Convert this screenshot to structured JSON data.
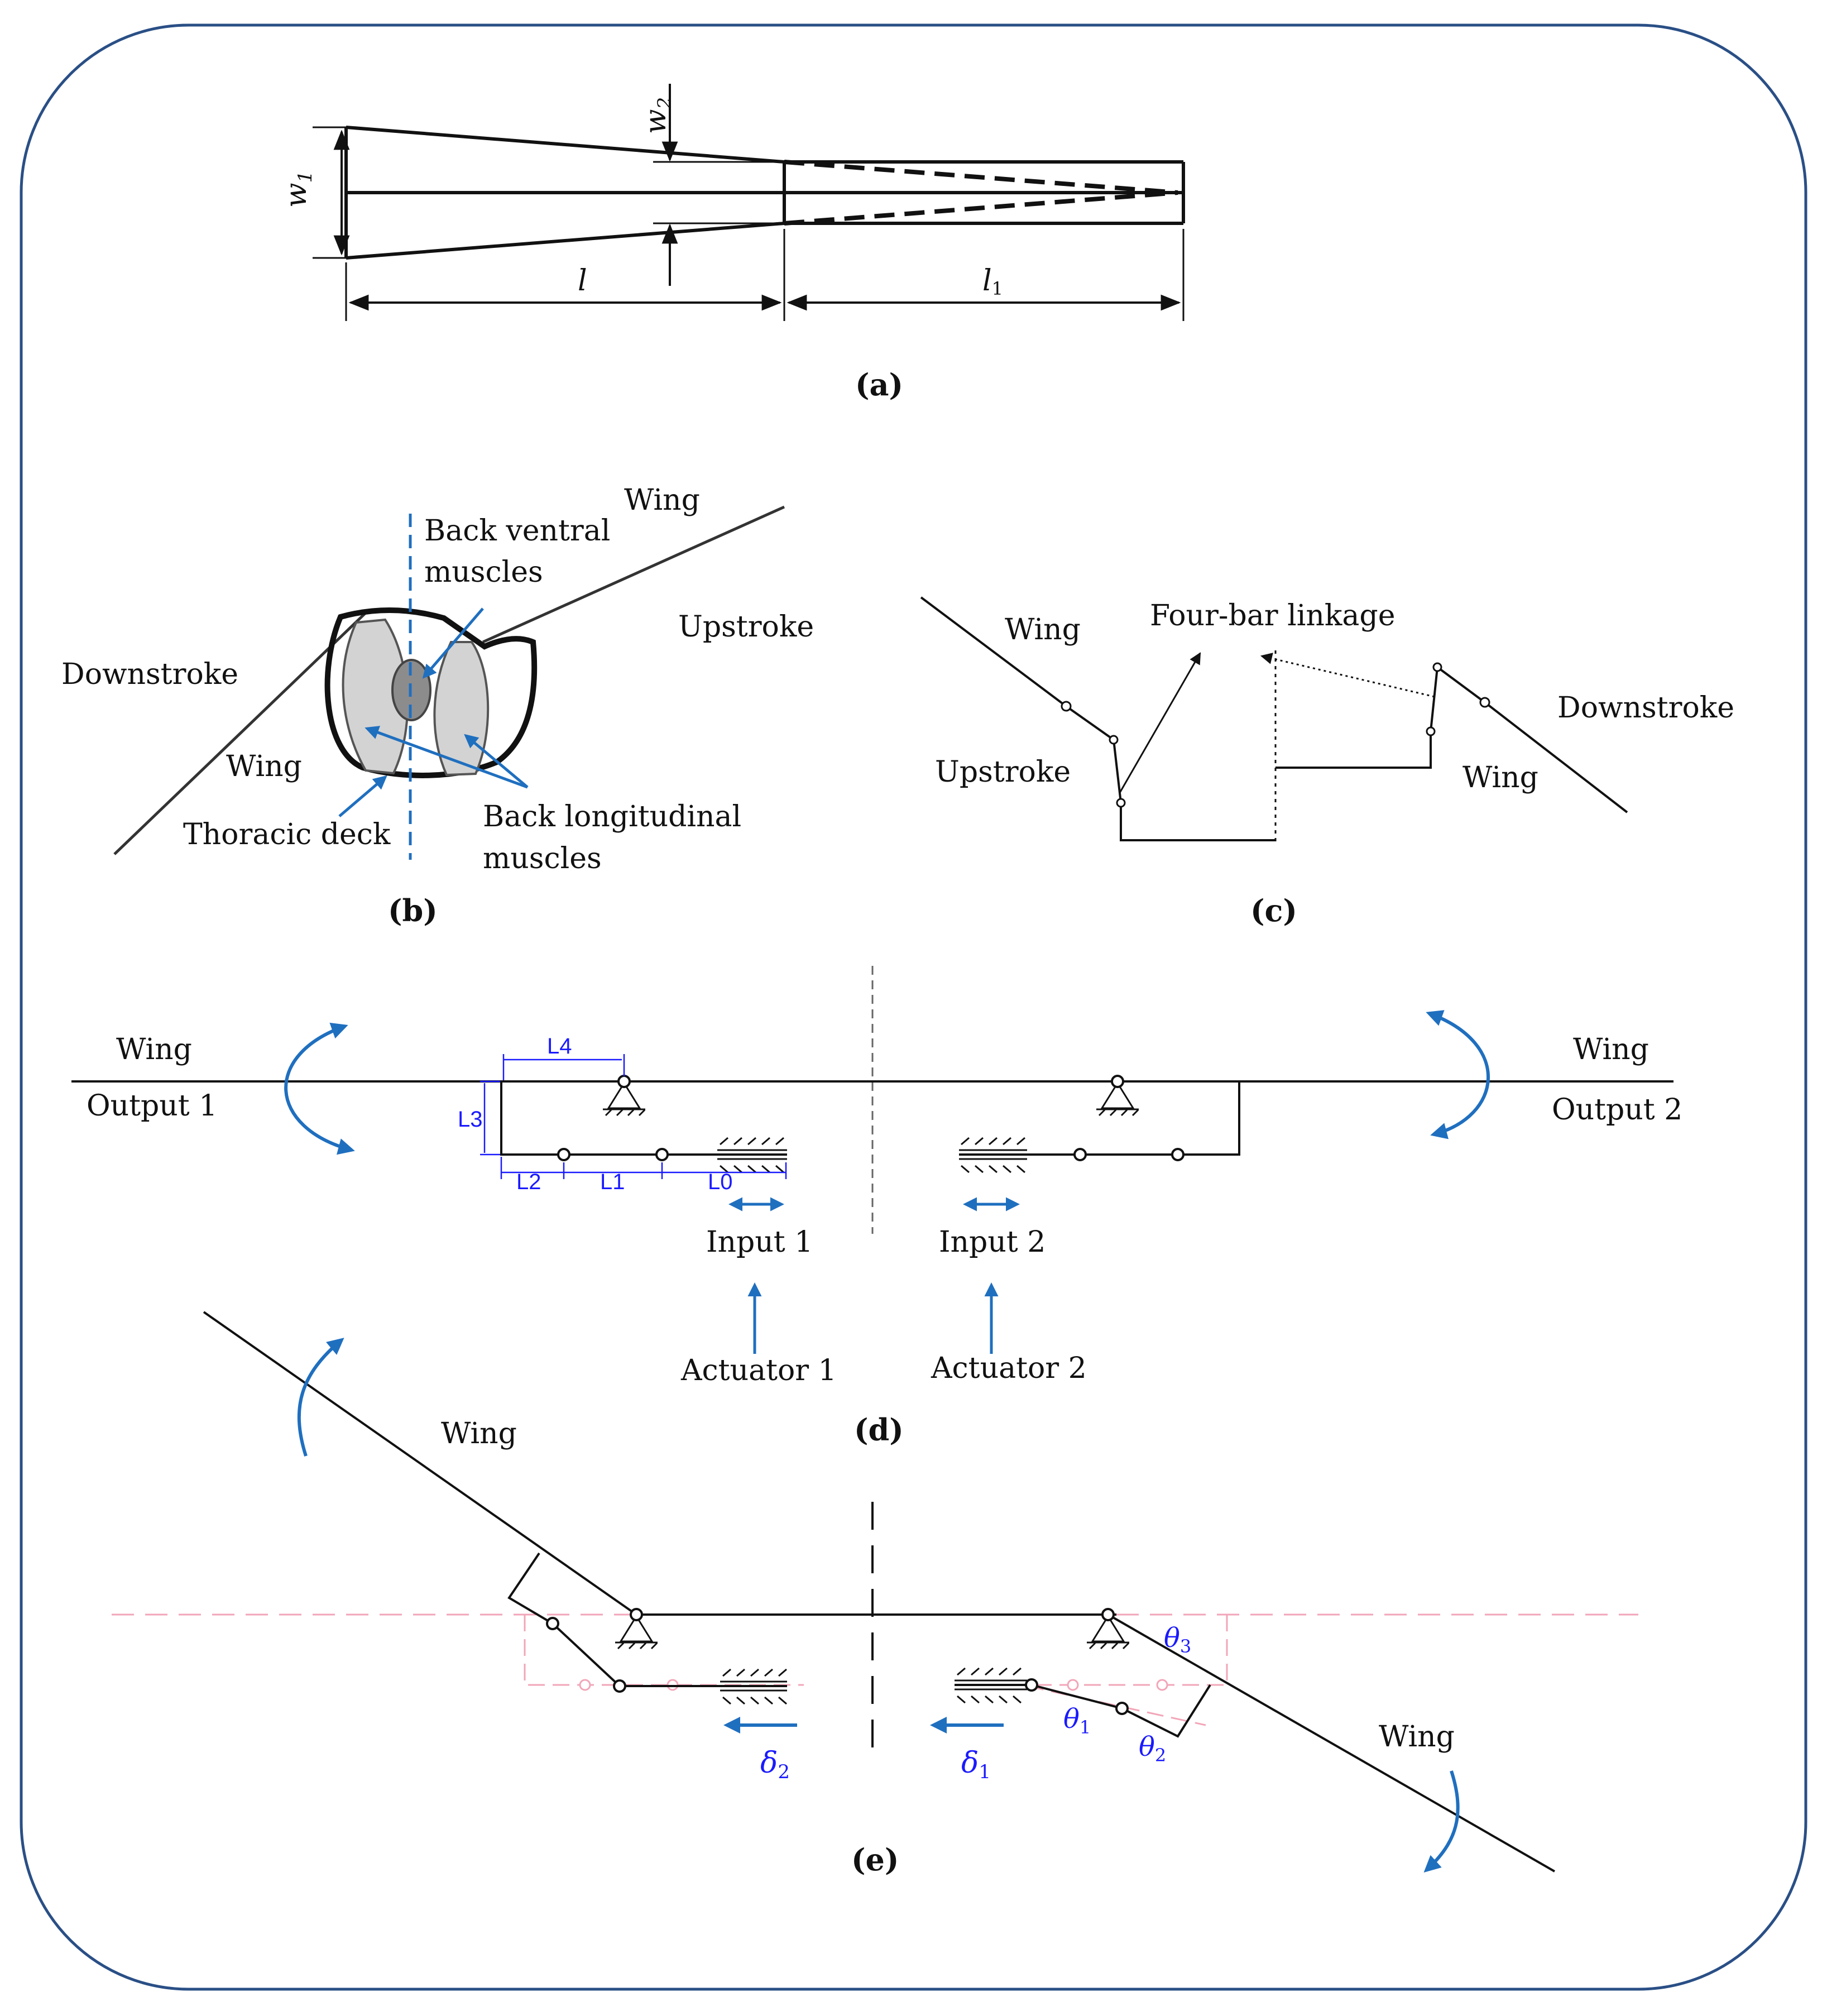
{
  "colors": {
    "frame": "#2a4f86",
    "ink": "#111111",
    "accent_arrow": "#1f6fbf",
    "dimension_text": "#1a1aff",
    "ghost_mechanism": "#f2a6b8",
    "muscle_fill": "#d3d3d3",
    "muscle_center_fill": "#8c8c8c"
  },
  "panel_a": {
    "caption": "(a)",
    "w1": "w",
    "w1_sub": "1",
    "w2": "w",
    "w2_sub": "2",
    "l": "l",
    "l1": "l",
    "l1_sub": "1"
  },
  "panel_b": {
    "caption": "(b)",
    "wing_top": "Wing",
    "back_ventral_1": "Back ventral",
    "back_ventral_2": "muscles",
    "upstroke": "Upstroke",
    "downstroke": "Downstroke",
    "wing_left": "Wing",
    "thoracic_deck": "Thoracic deck",
    "back_longitudinal_1": "Back longitudinal",
    "back_longitudinal_2": "muscles"
  },
  "panel_c": {
    "caption": "(c)",
    "wing_left": "Wing",
    "four_bar": "Four-bar linkage",
    "downstroke": "Downstroke",
    "upstroke": "Upstroke",
    "wing_right": "Wing"
  },
  "panel_d": {
    "caption": "(d)",
    "wing_left": "Wing",
    "output_1": "Output  1",
    "wing_right": "Wing",
    "output_2": "Output  2",
    "input_1": "Input  1",
    "input_2": "Input  2",
    "actuator_1": "Actuator 1",
    "actuator_2": "Actuator 2",
    "L0": "L0",
    "L1": "L1",
    "L2": "L2",
    "L3": "L3",
    "L4": "L4"
  },
  "panel_e": {
    "caption": "(e)",
    "wing_left": "Wing",
    "wing_right": "Wing",
    "delta": "δ",
    "delta_1_sub": "1",
    "delta_2_sub": "2",
    "theta": "θ",
    "theta_1_sub": "1",
    "theta_2_sub": "2",
    "theta_3_sub": "3"
  }
}
